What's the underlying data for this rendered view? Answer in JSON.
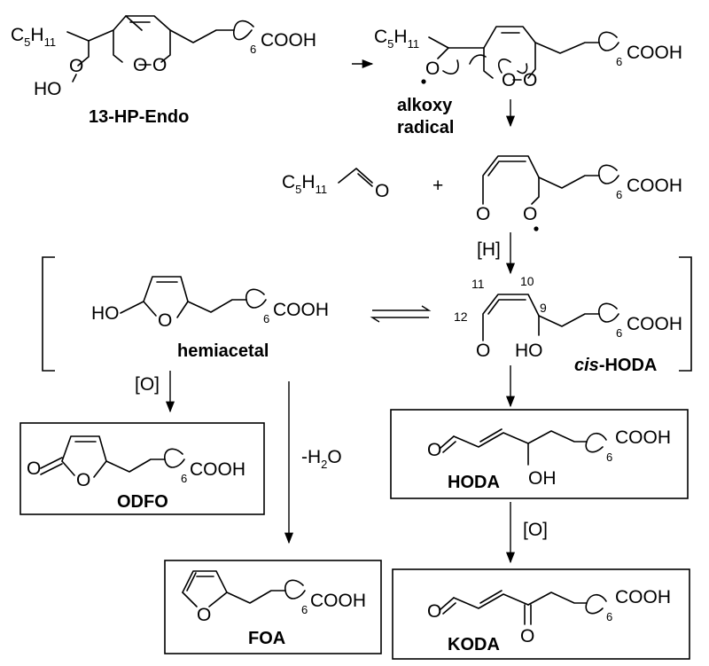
{
  "compounds": {
    "hp_endo": {
      "label": "13-HP-Endo",
      "c5h11": "C",
      "c5h11_sub5": "5",
      "c5h11_H": "H",
      "c5h11_sub11": "11",
      "ho": "HO",
      "o1": "O",
      "o2": "O",
      "cooh": "COOH",
      "n": "6"
    },
    "alkoxy": {
      "label_line1": "alkoxy",
      "label_line2": "radical",
      "c5h11": "C",
      "c5h11_sub5": "5",
      "c5h11_H": "H",
      "c5h11_sub11": "11",
      "o": "O",
      "o1": "O",
      "o2": "O",
      "cooh": "COOH",
      "n": "6"
    },
    "hexanal": {
      "c": "C",
      "sub5": "5",
      "h": "H",
      "sub11": "11",
      "o": "O"
    },
    "plus": "+",
    "enal_radical": {
      "o_ald": "O",
      "o_rad": "O",
      "cooh": "COOH",
      "n": "6"
    },
    "reduction": "[H]",
    "hemiacetal": {
      "label": "hemiacetal",
      "ho": "HO",
      "o_ring": "O",
      "cooh": "COOH",
      "n": "6"
    },
    "cis_hoda": {
      "label_italic": "cis",
      "label_rest": "-HODA",
      "o": "O",
      "ho": "HO",
      "cooh": "COOH",
      "n": "6",
      "c12": "12",
      "c11": "11",
      "c10": "10",
      "c9": "9"
    },
    "oxidation_left": "[O]",
    "dehydration_minus": "-H",
    "dehydration_sub": "2",
    "dehydration_o": "O",
    "odfo": {
      "label": "ODFO",
      "o_carbonyl": "O",
      "o_ring": "O",
      "cooh": "COOH",
      "n": "6"
    },
    "hoda": {
      "label": "HODA",
      "o": "O",
      "oh": "OH",
      "cooh": "COOH",
      "n": "6"
    },
    "oxidation_right": "[O]",
    "foa": {
      "label": "FOA",
      "o_ring": "O",
      "cooh": "COOH",
      "n": "6"
    },
    "koda": {
      "label": "KODA",
      "o_ald": "O",
      "o_keto": "O",
      "cooh": "COOH",
      "n": "6"
    }
  }
}
